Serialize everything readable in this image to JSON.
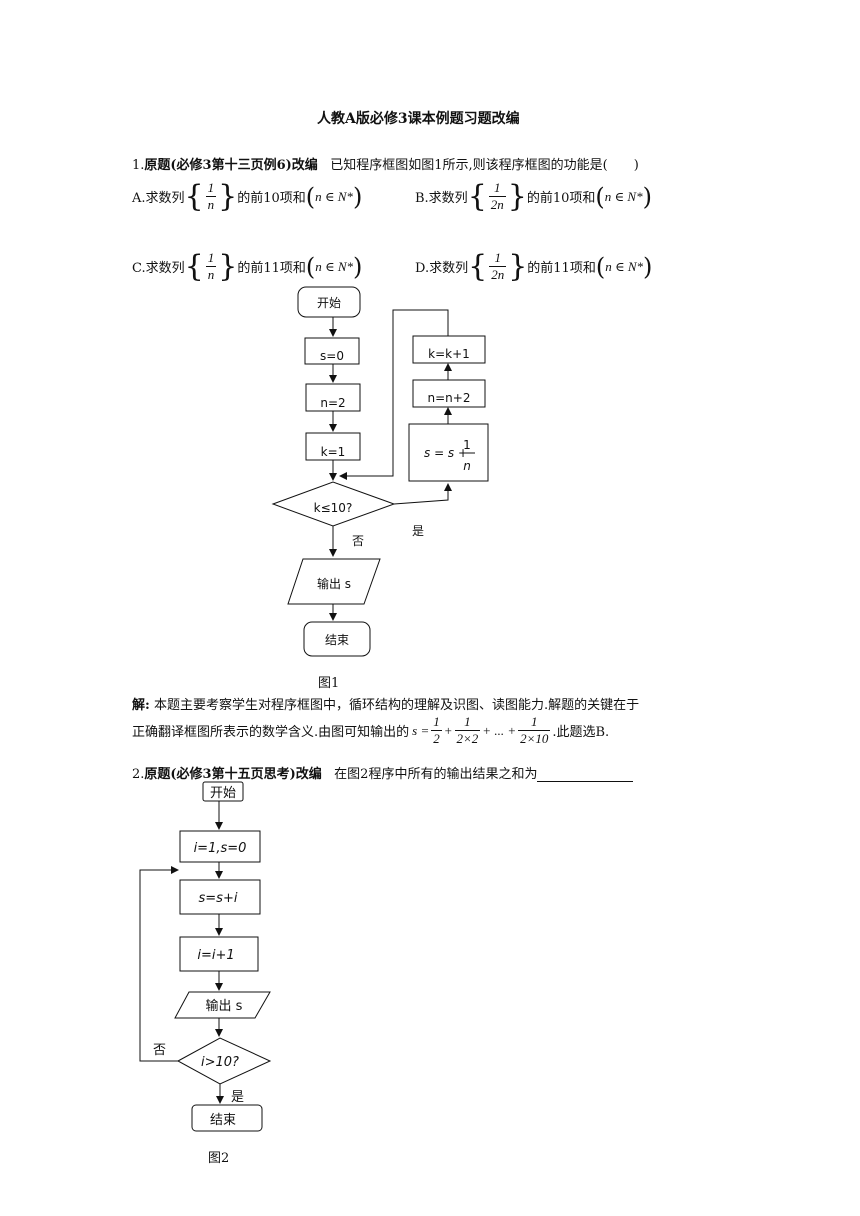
{
  "doc": {
    "title": "人教A版必修3课本例题习题改编"
  },
  "q1": {
    "number": "1.",
    "source": "原题(必修3第十三页例6)改编",
    "stem": "已知程序框图如图1所示,则该程序框图的功能是(　　)",
    "options": [
      {
        "label": "A.求数列",
        "num": "1",
        "den": "n",
        "suffix": "的前10项和",
        "cond": "n ∈ N*"
      },
      {
        "label": "B.求数列",
        "num": "1",
        "den": "2n",
        "suffix": "的前10项和",
        "cond": "n ∈ N*"
      },
      {
        "label": "C.求数列",
        "num": "1",
        "den": "n",
        "suffix": "的前11项和",
        "cond": "n ∈ N*"
      },
      {
        "label": "D.求数列",
        "num": "1",
        "den": "2n",
        "suffix": "的前11项和",
        "cond": "n ∈ N*"
      }
    ],
    "flowchart": {
      "start": "开始",
      "s_init": "s=0",
      "n_init": "n=2",
      "k_init": "k=1",
      "cond": "k≤10?",
      "no": "否",
      "yes": "是",
      "update_s_lhs": "s = s +",
      "update_s_num": "1",
      "update_s_den": "n",
      "update_n": "n=n+2",
      "update_k": "k=k+1",
      "output": "输出 s",
      "end": "结束"
    },
    "caption": "图1",
    "solution_label": "解:",
    "solution_line1": "本题主要考察学生对程序框图中，循环结构的理解及识图、读图能力.解题的关键在于",
    "solution_line2_a": "正确翻译框图所表示的数学含义.由图可知输出的",
    "solution_expr_s": "s =",
    "solution_f1_num": "1",
    "solution_f1_den": "2",
    "solution_f2_num": "1",
    "solution_f2_den": "2×2",
    "solution_plus": "+",
    "solution_dots": "+ ... +",
    "solution_f3_num": "1",
    "solution_f3_den": "2×10",
    "solution_tail": ".此题选B."
  },
  "q2": {
    "number": "2.",
    "source": "原题(必修3第十五页思考)改编",
    "stem": "在图2程序中所有的输出结果之和为",
    "flowchart": {
      "start": "开始",
      "init": "i=1,s=0",
      "update_s": "s=s+i",
      "update_i": "i=i+1",
      "output": "输出 s",
      "cond": "i>10?",
      "no": "否",
      "yes": "是",
      "end": "结束"
    },
    "caption": "图2"
  }
}
